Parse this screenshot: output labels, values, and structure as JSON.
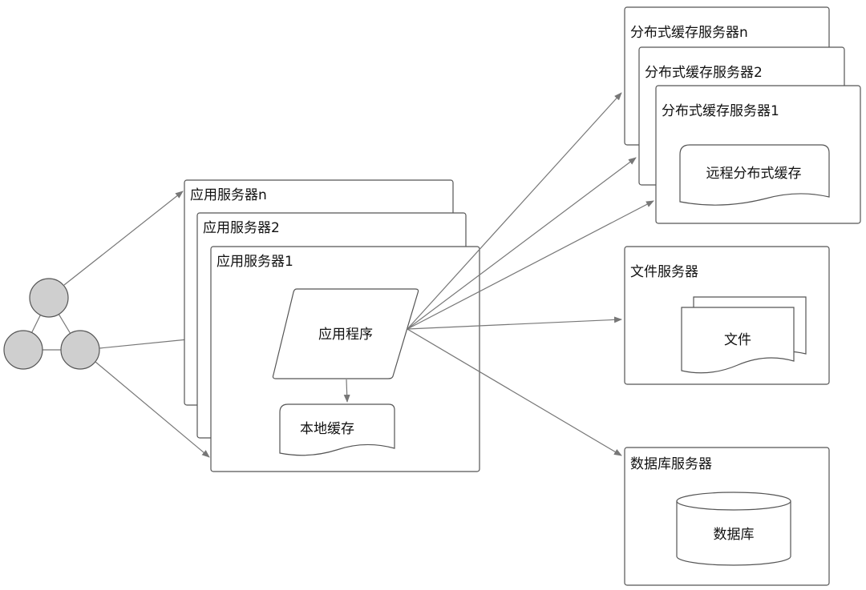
{
  "app_servers": {
    "n": "应用服务器n",
    "s2": "应用服务器2",
    "s1": "应用服务器1"
  },
  "application": "应用程序",
  "local_cache": "本地缓存",
  "cache_servers": {
    "n": "分布式缓存服务器n",
    "s2": "分布式缓存服务器2",
    "s1": "分布式缓存服务器1"
  },
  "remote_cache": "远程分布式缓存",
  "file_server": "文件服务器",
  "file": "文件",
  "db_server": "数据库服务器",
  "database": "数据库",
  "colors": {
    "node_fill": "#cfcfcf",
    "stroke": "#555555",
    "edge": "#777777"
  }
}
